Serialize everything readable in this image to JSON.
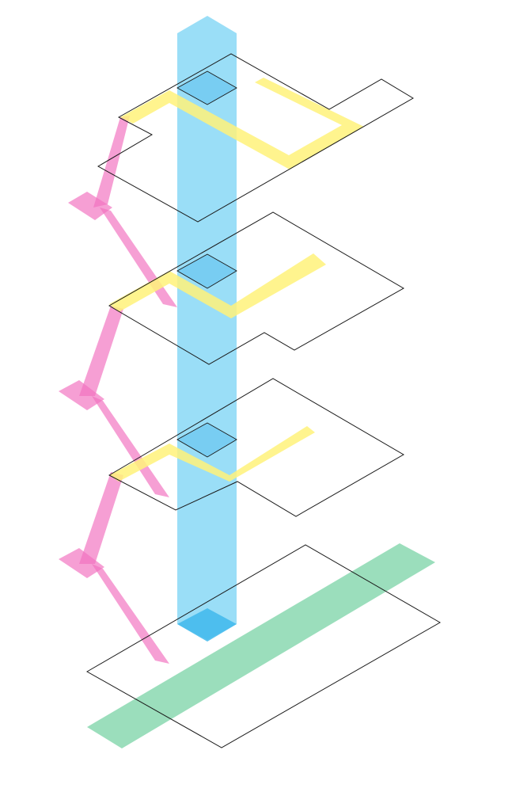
{
  "diagram": {
    "kind": "exploded axonometric floor diagram",
    "floor_count": 4,
    "colors": {
      "vertical_core": "#5ccaf2",
      "vertical_core_cap": "#3fb8ec",
      "circulation_path": "#fff27a",
      "stair_ramp": "#f272c0",
      "ground_band": "#3fbf7f",
      "outline": "#1a1a1a",
      "background": "#ffffff"
    },
    "elements": [
      "vertical-core",
      "stair-ramp",
      "circulation-path",
      "ground-band",
      "floor-plate"
    ]
  }
}
